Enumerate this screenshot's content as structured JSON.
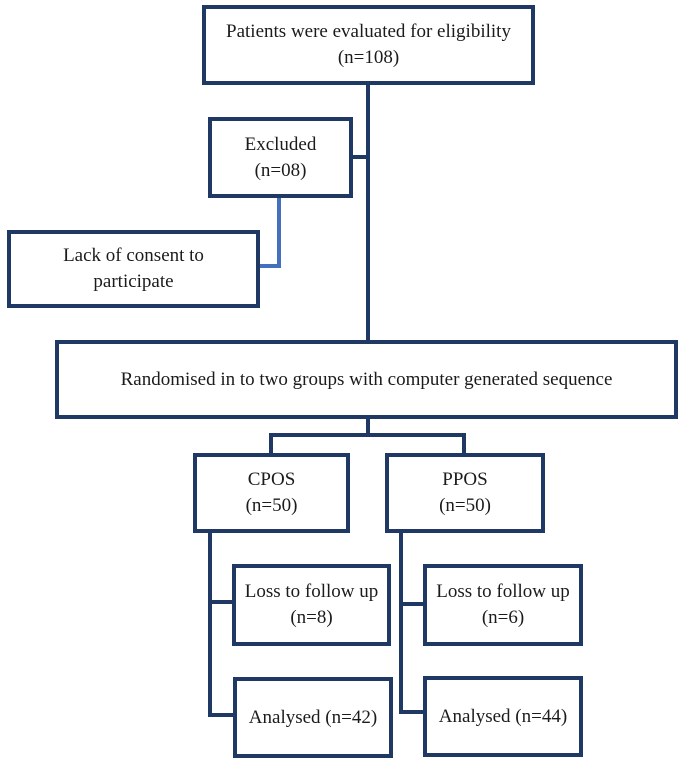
{
  "diagram": {
    "type": "flowchart",
    "description": "Patient eligibility and randomisation flow diagram",
    "colors": {
      "box_border": "#1f3864",
      "line": "#1f3864",
      "connector_light": "#4470bd",
      "background": "#ffffff",
      "text": "#1b1b1b"
    },
    "nodes": {
      "eligibility": {
        "line1": "Patients were evaluated for eligibility",
        "line2": "(n=108)"
      },
      "excluded": {
        "line1": "Excluded",
        "line2": "(n=08)"
      },
      "consent": {
        "line1": "Lack of consent to",
        "line2": "participate"
      },
      "randomised": {
        "line1": "Randomised in to two groups with computer generated sequence"
      },
      "cpos": {
        "line1": "CPOS",
        "line2": "(n=50)"
      },
      "ppos": {
        "line1": "PPOS",
        "line2": "(n=50)"
      },
      "loss_cpos": {
        "line1": "Loss to follow up",
        "line2": "(n=8)"
      },
      "loss_ppos": {
        "line1": "Loss to follow up",
        "line2": "(n=6)"
      },
      "analysed_cpos": {
        "line1": "Analysed (n=42)"
      },
      "analysed_ppos": {
        "line1": "Analysed (n=44)"
      }
    },
    "edges": [
      "eligibility -> randomised",
      "eligibility -> excluded",
      "excluded -> consent",
      "randomised -> cpos",
      "randomised -> ppos",
      "cpos -> loss_cpos",
      "cpos -> analysed_cpos",
      "ppos -> loss_ppos",
      "ppos -> analysed_ppos"
    ]
  }
}
